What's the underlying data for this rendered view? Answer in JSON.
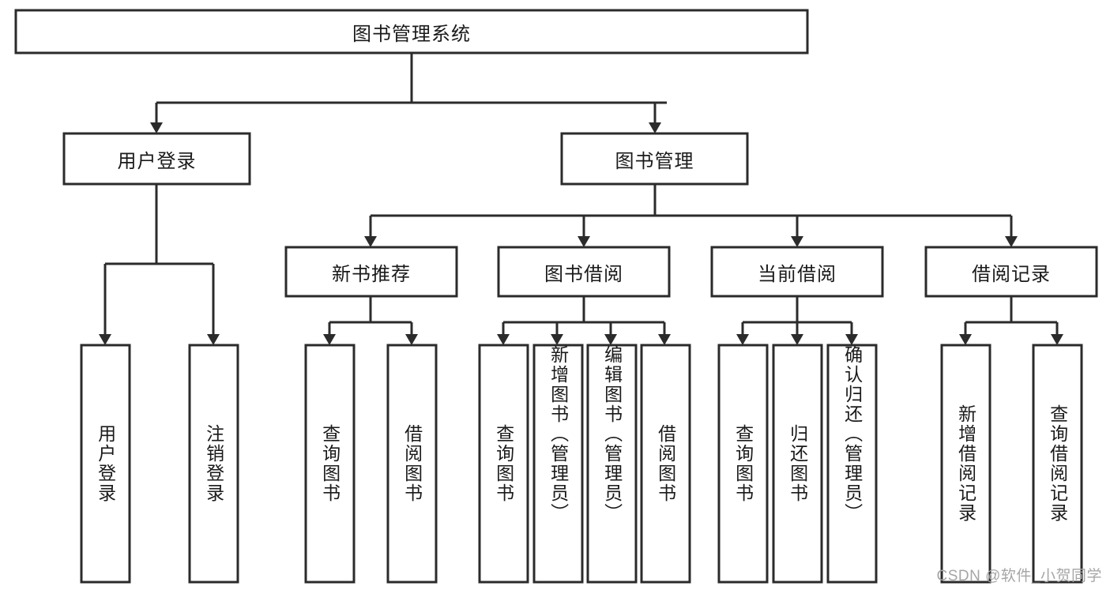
{
  "diagram": {
    "type": "tree",
    "title": "图书管理系统",
    "watermark": "CSDN @软件_小贺同学",
    "root": {
      "id": "root",
      "label": "图书管理系统",
      "orientation": "horizontal"
    },
    "level2": [
      {
        "id": "user-login",
        "label": "用户登录",
        "orientation": "horizontal"
      },
      {
        "id": "book-manage",
        "label": "图书管理",
        "orientation": "horizontal"
      }
    ],
    "level3": [
      {
        "id": "new-book-recommend",
        "label": "新书推荐",
        "orientation": "horizontal",
        "parent": "book-manage"
      },
      {
        "id": "book-borrow",
        "label": "图书借阅",
        "orientation": "horizontal",
        "parent": "book-manage"
      },
      {
        "id": "current-borrow",
        "label": "当前借阅",
        "orientation": "horizontal",
        "parent": "book-manage"
      },
      {
        "id": "borrow-record",
        "label": "借阅记录",
        "orientation": "horizontal",
        "parent": "book-manage"
      }
    ],
    "leaves": [
      {
        "id": "leaf-user-login",
        "label": "用户登录",
        "orientation": "vertical",
        "parent": "user-login"
      },
      {
        "id": "leaf-user-logout",
        "label": "注销登录",
        "orientation": "vertical",
        "parent": "user-login"
      },
      {
        "id": "leaf-query-book-1",
        "label": "查询图书",
        "orientation": "vertical",
        "parent": "new-book-recommend"
      },
      {
        "id": "leaf-borrow-book-1",
        "label": "借阅图书",
        "orientation": "vertical",
        "parent": "new-book-recommend"
      },
      {
        "id": "leaf-query-book-2",
        "label": "查询图书",
        "orientation": "vertical",
        "parent": "book-borrow"
      },
      {
        "id": "leaf-add-book",
        "label": "新增图书（管理员）",
        "orientation": "vertical",
        "parent": "book-borrow"
      },
      {
        "id": "leaf-edit-book",
        "label": "编辑图书（管理员）",
        "orientation": "vertical",
        "parent": "book-borrow"
      },
      {
        "id": "leaf-borrow-book-2",
        "label": "借阅图书",
        "orientation": "vertical",
        "parent": "book-borrow"
      },
      {
        "id": "leaf-query-book-3",
        "label": "查询图书",
        "orientation": "vertical",
        "parent": "current-borrow"
      },
      {
        "id": "leaf-return-book",
        "label": "归还图书",
        "orientation": "vertical",
        "parent": "current-borrow"
      },
      {
        "id": "leaf-confirm-return",
        "label": "确认归还（管理员）",
        "orientation": "vertical",
        "parent": "current-borrow"
      },
      {
        "id": "leaf-add-record",
        "label": "新增借阅记录",
        "orientation": "vertical",
        "parent": "borrow-record"
      },
      {
        "id": "leaf-query-record",
        "label": "查询借阅记录",
        "orientation": "vertical",
        "parent": "borrow-record"
      }
    ],
    "colors": {
      "stroke": "#2b2b2b",
      "fill": "#ffffff",
      "text": "#1a1a1a",
      "watermark": "#a6a6a6",
      "background": "#ffffff"
    }
  }
}
